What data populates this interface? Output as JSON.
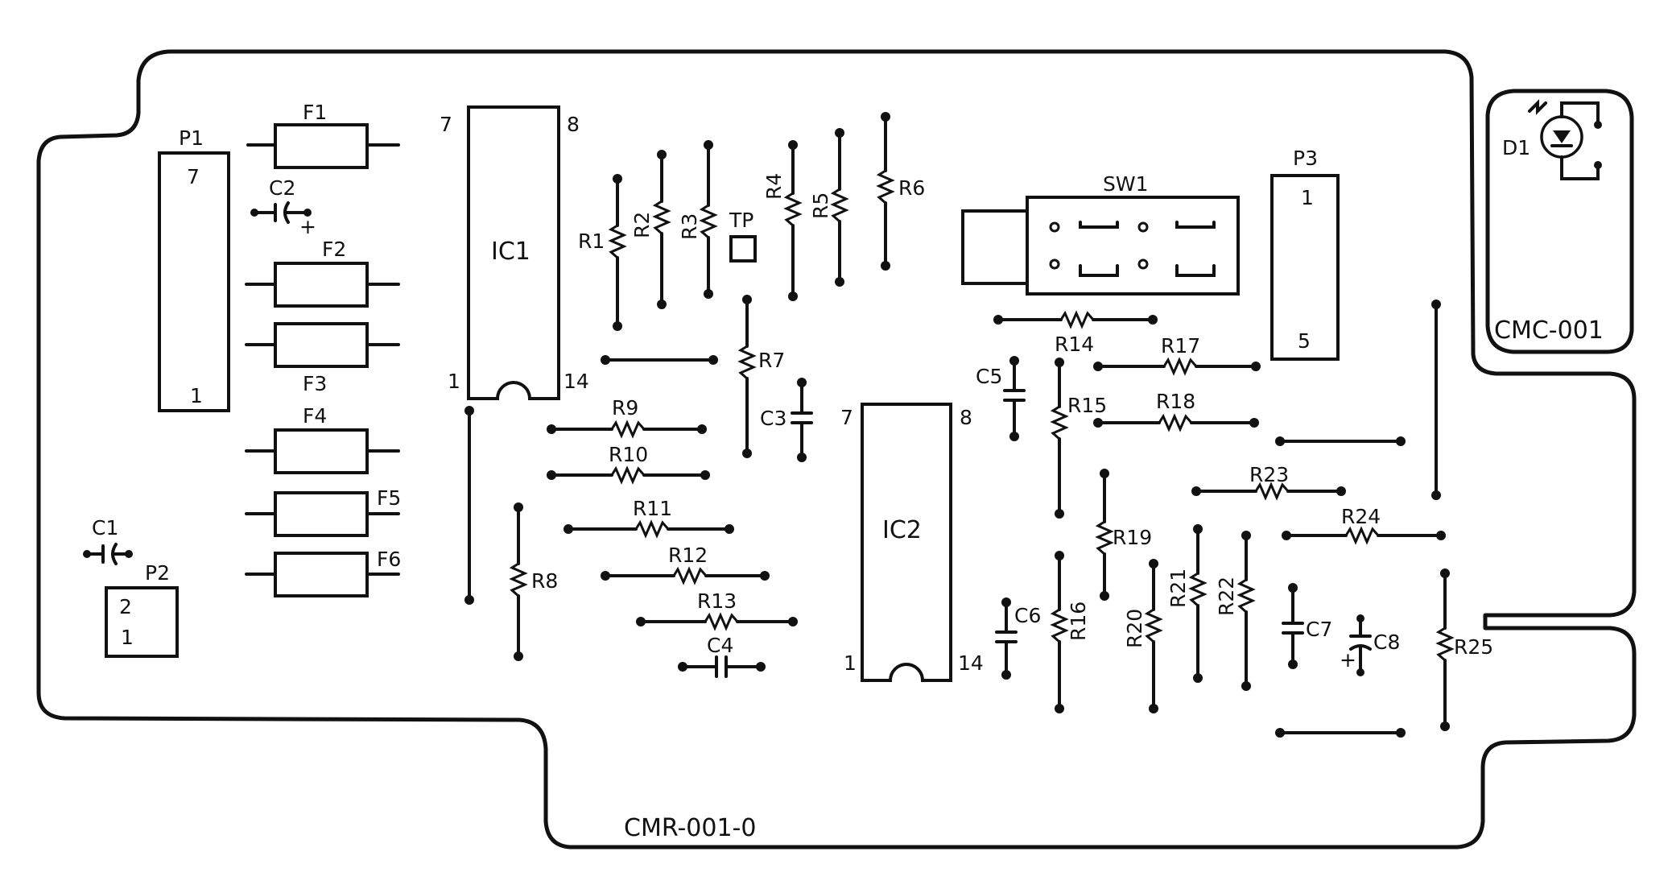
{
  "board": {
    "part_number": "CMR-001-0",
    "sub_board": "CMC-001"
  },
  "connectors": {
    "P1": {
      "name": "P1",
      "pin_top": "7",
      "pin_bottom": "1"
    },
    "P2": {
      "name": "P2",
      "pin_top": "2",
      "pin_bottom": "1"
    },
    "P3": {
      "name": "P3",
      "pin_top": "1",
      "pin_bottom": "5"
    }
  },
  "ics": {
    "IC1": {
      "name": "IC1",
      "pins": [
        "7",
        "8",
        "1",
        "14"
      ]
    },
    "IC2": {
      "name": "IC2",
      "pins": [
        "7",
        "8",
        "1",
        "14"
      ]
    }
  },
  "fuses": [
    "F1",
    "F2",
    "F3",
    "F4",
    "F5",
    "F6"
  ],
  "resistors": [
    "R1",
    "R2",
    "R3",
    "R4",
    "R5",
    "R6",
    "R7",
    "R8",
    "R9",
    "R10",
    "R11",
    "R12",
    "R13",
    "R14",
    "R15",
    "R16",
    "R17",
    "R18",
    "R19",
    "R20",
    "R21",
    "R22",
    "R23",
    "R24",
    "R25"
  ],
  "capacitors": [
    "C1",
    "C2",
    "C3",
    "C4",
    "C5",
    "C6",
    "C7",
    "C8"
  ],
  "misc": {
    "test_point": "TP",
    "switch": "SW1",
    "diode": "D1",
    "polarity_plus": "+"
  }
}
